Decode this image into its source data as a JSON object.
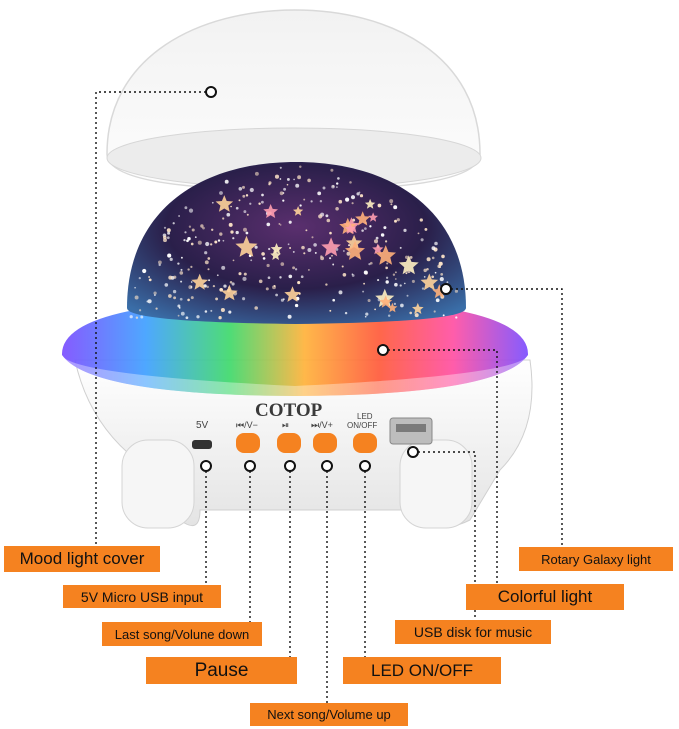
{
  "device": {
    "brand": "COTOP",
    "port_label": "5V",
    "button_labels": [
      "⏮/V−",
      "⏯",
      "⏭/V+",
      "LED",
      "ON/OFF"
    ]
  },
  "callouts": {
    "mood_light_cover": "Mood light cover",
    "micro_usb_input": "5V Micro USB input",
    "last_song": "Last song/Volune down",
    "pause": "Pause",
    "next_song": "Next song/Volume up",
    "rotary_galaxy": "Rotary Galaxy light",
    "colorful_light": "Colorful light",
    "usb_disk": "USB disk for music",
    "led_onoff": "LED ON/OFF"
  },
  "colors": {
    "label_bg": "#f58220",
    "button": "#f58220",
    "dome_dark": "#2a1f4a",
    "ring_rainbow": [
      "#7b4dff",
      "#3fa0ff",
      "#3fd96b",
      "#ffb23a",
      "#ff5a3a",
      "#ff4fa3",
      "#7b4dff"
    ]
  }
}
